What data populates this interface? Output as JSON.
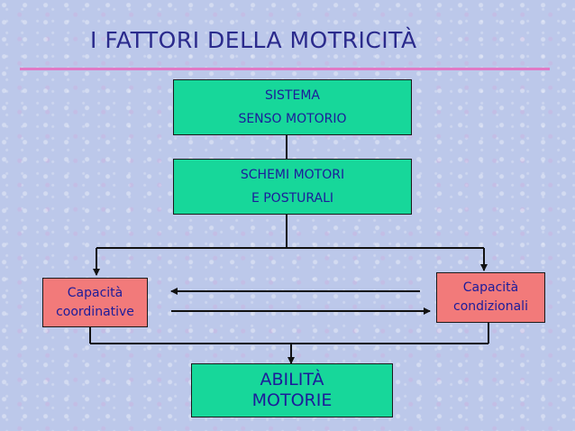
{
  "title": "I FATTORI DELLA MOTRICITÀ",
  "boxes": {
    "sistema": [
      "SISTEMA",
      "SENSO MOTORIO"
    ],
    "schemi": [
      "SCHEMI MOTORI",
      "E POSTURALI"
    ],
    "coordinative": [
      "Capacità",
      "coordinative"
    ],
    "condizionali": [
      "Capacità",
      "condizionali"
    ],
    "abilita": [
      "ABILITÀ",
      "MOTORIE"
    ]
  },
  "colors": {
    "box_green": "#17d79a",
    "box_red": "#f27a7a",
    "text_blue": "#1c1c9a",
    "title_blue": "#2a2a8c",
    "rule_pink": "#e07ac6",
    "background": "#bcc8ea"
  }
}
